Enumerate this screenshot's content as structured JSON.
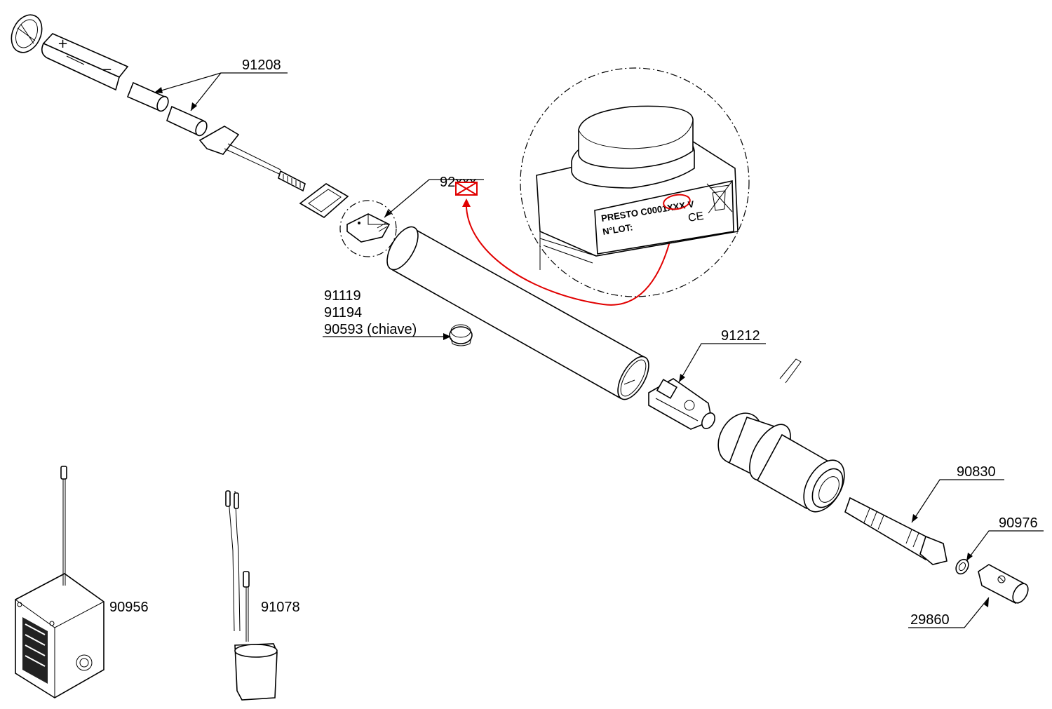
{
  "labels": {
    "p91208": "91208",
    "p92xxx": "92xxx",
    "p91119": "91119",
    "p91194": "91194",
    "p90593": "90593 (chiave)",
    "p91212": "91212",
    "p90830": "90830",
    "p90976": "90976",
    "p29860": "29860",
    "p90956": "90956",
    "p91078": "91078"
  },
  "nameplate": {
    "line1_prefix": "PRESTO C0001",
    "line1_code": "XXX",
    "line1_suffix": "V",
    "line2": "N°LOT:",
    "ce_mark": "CE"
  },
  "battery_signs": {
    "plus": "+",
    "minus": "−"
  },
  "colors": {
    "highlight": "#e10000",
    "ink": "#000000"
  },
  "icons": [
    "weee-bin-icon",
    "ce-mark-icon",
    "envelope-x-icon"
  ]
}
